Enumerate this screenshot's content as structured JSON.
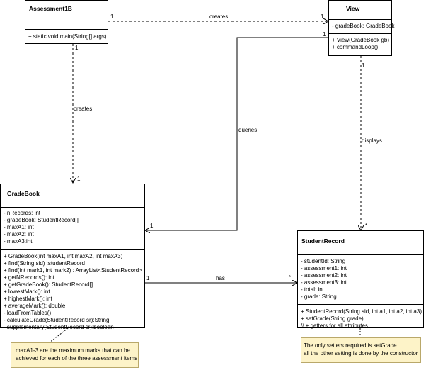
{
  "classes": {
    "assessment1b": {
      "name": "Assessment1B",
      "attributes": [],
      "operations": [
        "+ static void main(String[] args)"
      ]
    },
    "view": {
      "name": "View",
      "attributes": [
        "- gradeBook: GradeBook"
      ],
      "operations": [
        "+ View(GradeBook gb)",
        "+ commandLoop()"
      ]
    },
    "gradebook": {
      "name": "GradeBook",
      "attributes": [
        "- nRecords: int",
        "- gradeBook: StudentRecord[]",
        "- maxA1: int",
        "- maxA2: int",
        "- maxA3:int"
      ],
      "operations": [
        "+ GradeBook(int maxA1, int maxA2, int maxA3)",
        "+ find(String sid) :studentRecord",
        "+ find(int mark1, int mark2) : ArrayList<StudentRecord>",
        "+ getNRecords(): int",
        "+ getGradeBook(): StudentRecord[]",
        "+ lowestMark(): int",
        "+ highestMark(): int",
        "+ averageMark(): double",
        "- loadFromTables()",
        "- calculateGrade(StudentRecord sr):String",
        "- supplementary(StudentRecord sr):boolean"
      ]
    },
    "studentrecord": {
      "name": "StudentRecord",
      "attributes": [
        "- studentId: String",
        "- assessment1: int",
        "- assessment2: int",
        "- assessment3: int",
        "- total: int",
        "- grade: String"
      ],
      "operations": [
        "+ StudentRecord(String sid, int a1, int a2, int a3)",
        "+ setGrade(String grade)",
        "// + getters for all attributes"
      ]
    }
  },
  "edges": {
    "creates_top": {
      "label": "creates",
      "src_mult": "1",
      "dst_mult": "1"
    },
    "creates_left": {
      "label": "creates",
      "src_mult": "1",
      "dst_mult": "1"
    },
    "queries": {
      "label": "queries",
      "src_mult": "1",
      "dst_mult": "1"
    },
    "displays": {
      "label": "displays",
      "src_mult": "1",
      "dst_mult": "*"
    },
    "has": {
      "label": "has",
      "src_mult": "1",
      "dst_mult": "*"
    }
  },
  "notes": {
    "maxmarks": {
      "lines": [
        "maxA1-3 are the maximum marks that can be",
        "achieved for each of the three assessment items"
      ]
    },
    "setters": {
      "lines": [
        "The only setters required  is setGrade",
        "all the other setting is done by the constructor"
      ]
    }
  },
  "colors": {
    "note_fill": "#fdf3c8",
    "note_border": "#b9a86a",
    "line": "#000000"
  }
}
